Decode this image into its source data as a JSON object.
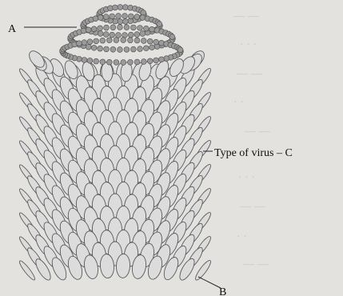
{
  "diagram": {
    "labels": {
      "a": "A",
      "b": "B",
      "c": "Type of virus – C"
    }
  },
  "colors": {
    "background": "#e4e2df",
    "capsomere_fill": "#dcdcdc",
    "capsomere_stroke": "#5a5a5a",
    "nucleic_acid": "#9a9a9a",
    "leader_line": "#222222"
  }
}
